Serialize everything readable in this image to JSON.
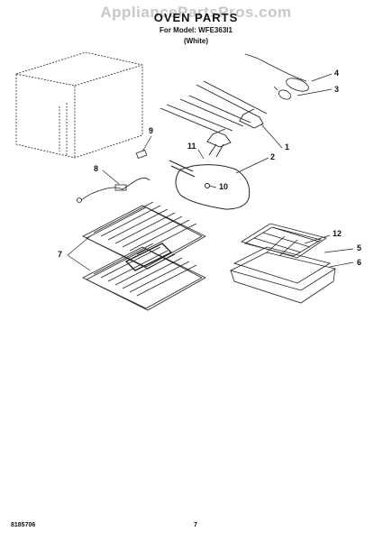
{
  "watermark": "AppliancePartsPros.com",
  "header": {
    "title": "OVEN PARTS",
    "model_line": "For Model: WFE363I1",
    "color_line": "(White)"
  },
  "callouts": [
    "1",
    "2",
    "3",
    "4",
    "5",
    "6",
    "7",
    "8",
    "9",
    "10",
    "11",
    "12"
  ],
  "footer": {
    "doc_number": "8185706",
    "page_number": "7"
  }
}
